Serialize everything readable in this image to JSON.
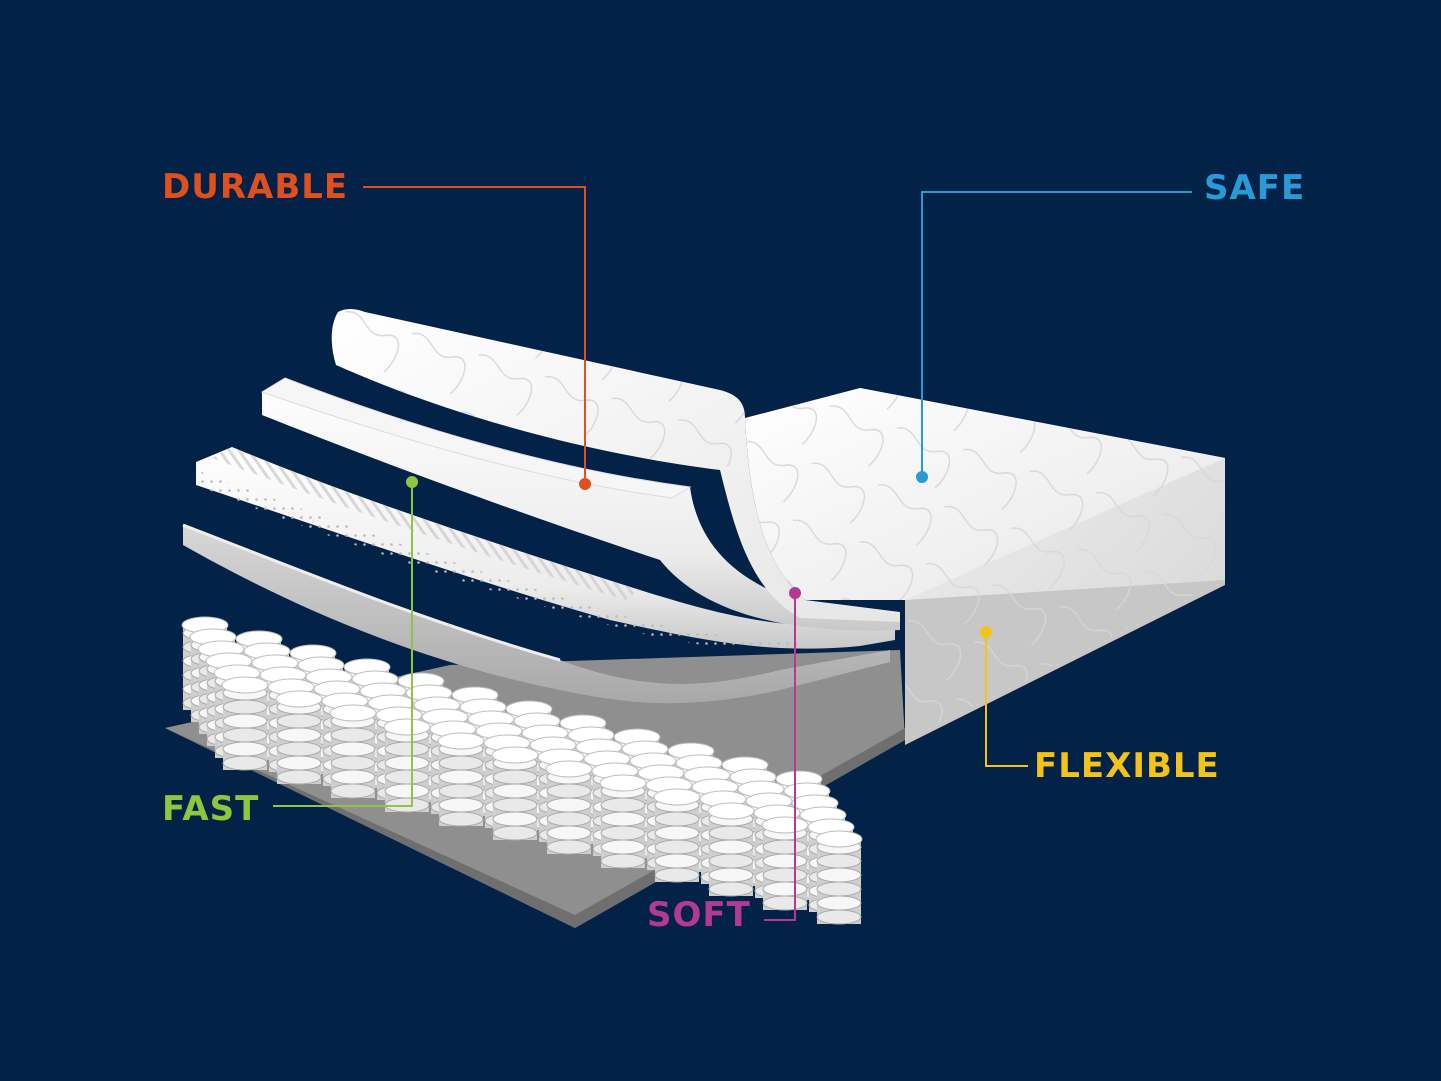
{
  "diagram": {
    "background_color": "#022247",
    "callouts": [
      {
        "id": "durable",
        "label": "DURABLE",
        "color": "#e0501f"
      },
      {
        "id": "safe",
        "label": "SAFE",
        "color": "#2a9ad6"
      },
      {
        "id": "fast",
        "label": "FAST",
        "color": "#8ec63f"
      },
      {
        "id": "soft",
        "label": "SOFT",
        "color": "#b23a94"
      },
      {
        "id": "flexible",
        "label": "FLEXIBLE",
        "color": "#f3c317"
      }
    ]
  }
}
